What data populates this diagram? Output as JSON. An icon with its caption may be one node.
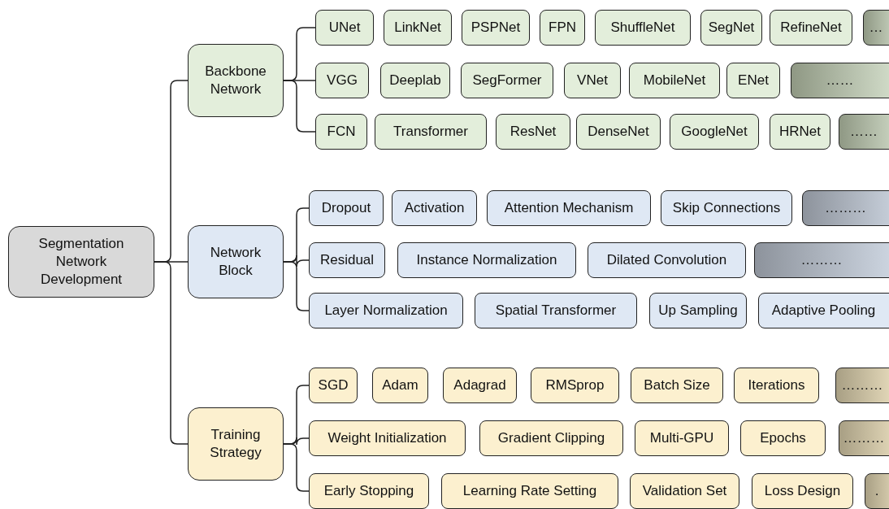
{
  "diagram": {
    "nodes": [
      {
        "text": [
          "Segmentation Network Development"
        ]
      },
      {
        "text": [
          "Backbone Network"
        ]
      },
      {
        "text": [
          "UNet"
        ]
      },
      {
        "text": [
          "LinkNet"
        ]
      },
      {
        "text": [
          "PSPNet"
        ]
      },
      {
        "text": [
          "FPN"
        ]
      },
      {
        "text": [
          "ShuffleNet"
        ]
      },
      {
        "text": [
          "SegNet"
        ]
      },
      {
        "text": [
          "RefineNet"
        ]
      },
      {
        "text": [
          "…"
        ]
      },
      {
        "text": [
          "VGG"
        ]
      },
      {
        "text": [
          "Deeplab"
        ]
      },
      {
        "text": [
          "SegFormer"
        ]
      },
      {
        "text": [
          "VNet"
        ]
      },
      {
        "text": [
          "MobileNet"
        ]
      },
      {
        "text": [
          "ENet"
        ]
      },
      {
        "text": [
          "……"
        ]
      },
      {
        "text": [
          "FCN"
        ]
      },
      {
        "text": [
          "Transformer"
        ]
      },
      {
        "text": [
          "ResNet"
        ]
      },
      {
        "text": [
          "DenseNet"
        ]
      },
      {
        "text": [
          "GoogleNet"
        ]
      },
      {
        "text": [
          "HRNet"
        ]
      },
      {
        "text": [
          "……"
        ]
      },
      {
        "text": [
          "Network Block"
        ]
      },
      {
        "text": [
          "Dropout"
        ]
      },
      {
        "text": [
          "Activation"
        ]
      },
      {
        "text": [
          "Attention Mechanism"
        ]
      },
      {
        "text": [
          "Skip Connections"
        ]
      },
      {
        "text": [
          "………"
        ]
      },
      {
        "text": [
          "Residual"
        ]
      },
      {
        "text": [
          "Instance Normalization"
        ]
      },
      {
        "text": [
          "Dilated Convolution"
        ]
      },
      {
        "text": [
          "………"
        ]
      },
      {
        "text": [
          "Layer Normalization"
        ]
      },
      {
        "text": [
          "Spatial Transformer"
        ]
      },
      {
        "text": [
          "Up Sampling"
        ]
      },
      {
        "text": [
          "Adaptive Pooling"
        ]
      },
      {
        "text": [
          "Training Strategy"
        ]
      },
      {
        "text": [
          "SGD"
        ]
      },
      {
        "text": [
          "Adam"
        ]
      },
      {
        "text": [
          "Adagrad"
        ]
      },
      {
        "text": [
          "RMSprop"
        ]
      },
      {
        "text": [
          "Batch Size"
        ]
      },
      {
        "text": [
          "Iterations"
        ]
      },
      {
        "text": [
          "………"
        ]
      },
      {
        "text": [
          "Weight Initialization"
        ]
      },
      {
        "text": [
          "Gradient Clipping"
        ]
      },
      {
        "text": [
          "Multi-GPU"
        ]
      },
      {
        "text": [
          "Epochs"
        ]
      },
      {
        "text": [
          "………"
        ]
      },
      {
        "text": [
          "Early Stopping"
        ]
      },
      {
        "text": [
          "Learning Rate Setting"
        ]
      },
      {
        "text": [
          "Validation Set"
        ]
      },
      {
        "text": [
          "Loss Design"
        ]
      },
      {
        "text": [
          "."
        ]
      }
    ],
    "edges": [
      {
        "from": 0,
        "to": 1,
        "arrow": "none"
      },
      {
        "from": 0,
        "to": 24,
        "arrow": "none"
      },
      {
        "from": 0,
        "to": 38,
        "arrow": "none"
      },
      {
        "from": 1,
        "to": 2,
        "arrow": "none"
      },
      {
        "from": 1,
        "to": 10,
        "arrow": "none"
      },
      {
        "from": 1,
        "to": 17,
        "arrow": "none"
      },
      {
        "from": 24,
        "to": 25,
        "arrow": "none"
      },
      {
        "from": 24,
        "to": 30,
        "arrow": "none"
      },
      {
        "from": 24,
        "to": 34,
        "arrow": "none"
      },
      {
        "from": 38,
        "to": 39,
        "arrow": "none"
      },
      {
        "from": 38,
        "to": 46,
        "arrow": "none"
      },
      {
        "from": 38,
        "to": 51,
        "arrow": "none"
      }
    ]
  }
}
